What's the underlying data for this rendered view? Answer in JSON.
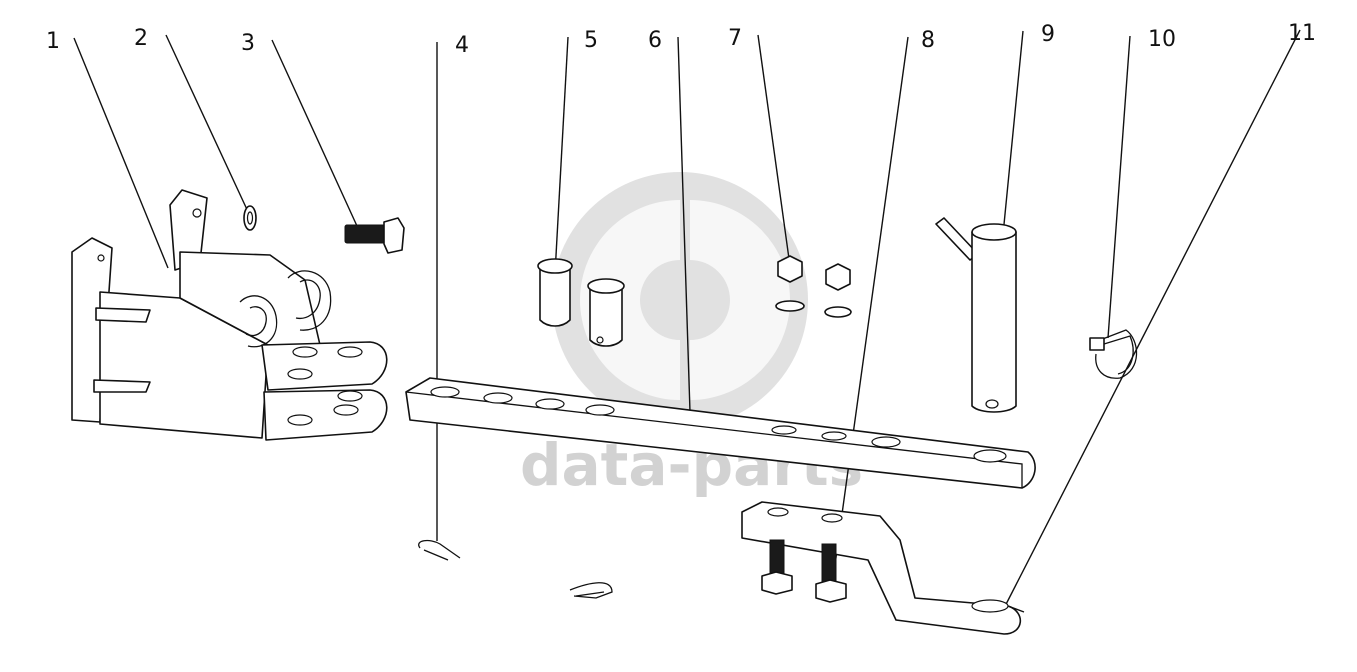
{
  "callouts": [
    {
      "label": "1"
    },
    {
      "label": "2"
    },
    {
      "label": "3"
    },
    {
      "label": "4"
    },
    {
      "label": "5"
    },
    {
      "label": "6"
    },
    {
      "label": "7"
    },
    {
      "label": "8"
    },
    {
      "label": "9"
    },
    {
      "label": "10"
    },
    {
      "label": "11"
    }
  ],
  "watermark": {
    "text": "data-parts",
    "color": "#d2d2d2"
  },
  "colors": {
    "line": "#111111",
    "background": "#ffffff"
  }
}
